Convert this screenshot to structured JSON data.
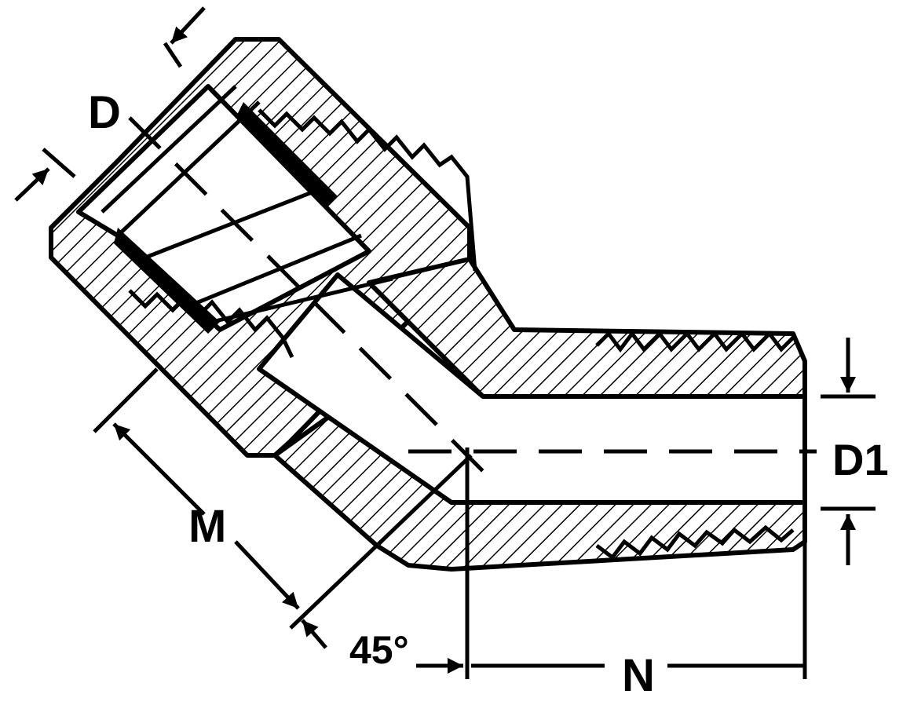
{
  "labels": {
    "d": "D",
    "d1": "D1",
    "m": "M",
    "angle": "45°",
    "n": "N"
  }
}
